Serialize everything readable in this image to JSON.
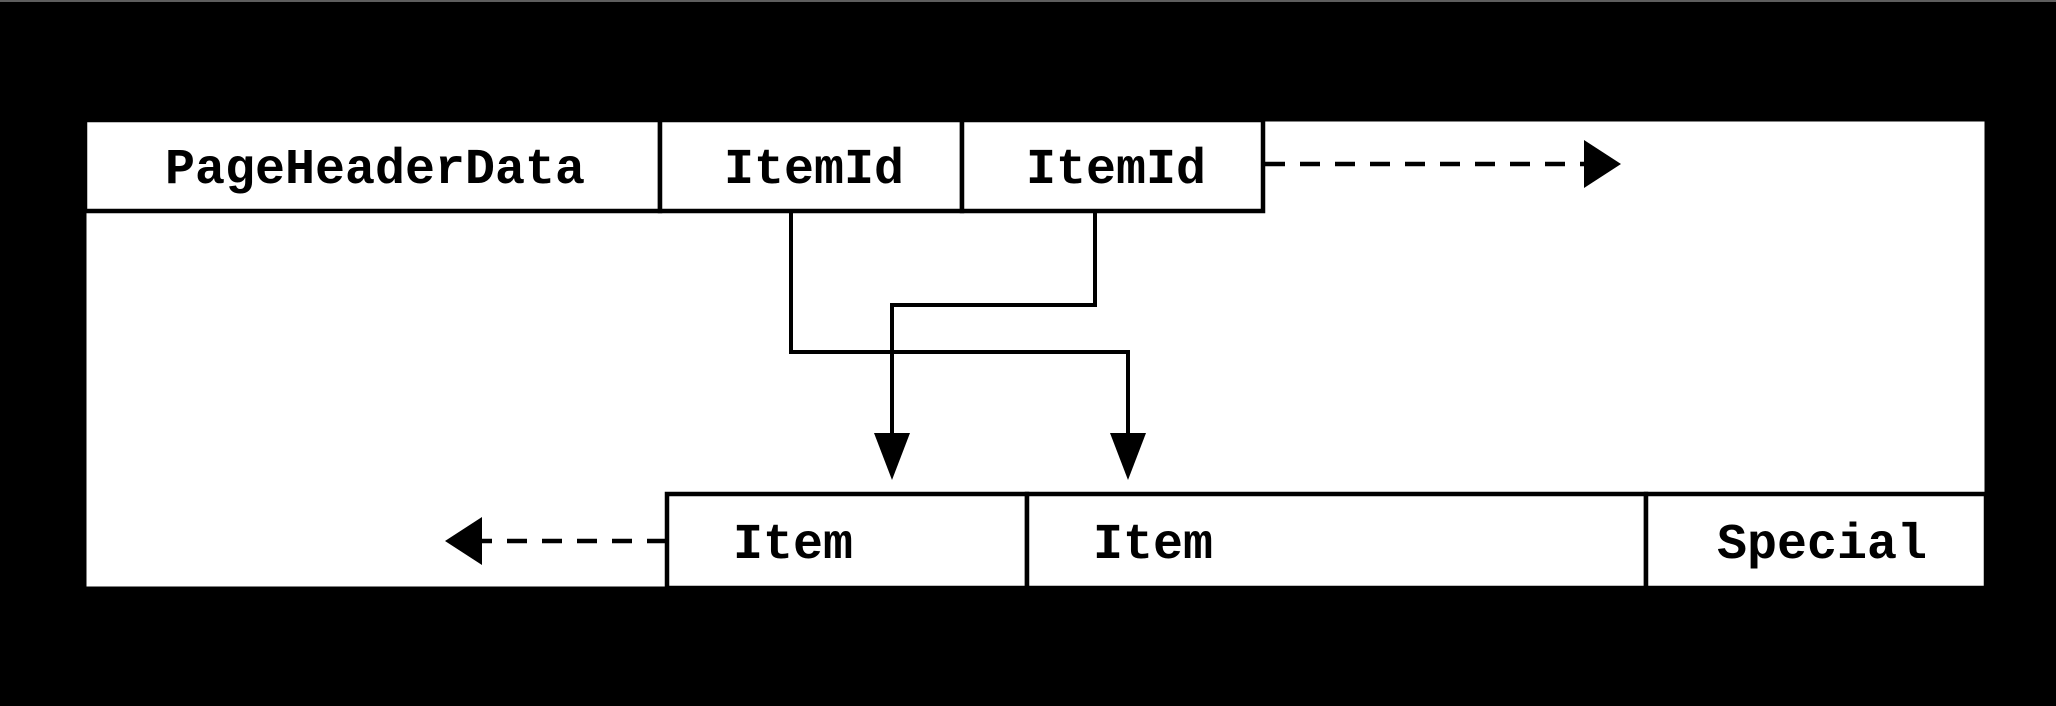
{
  "colors": {
    "background": "#000000",
    "page_fill": "#ffffff",
    "line": "#000000",
    "text": "#000000",
    "top_edge_line": "#5e5e5e"
  },
  "diagram": {
    "top_row_cells": [
      {
        "label": "PageHeaderData"
      },
      {
        "label": "ItemId"
      },
      {
        "label": "ItemId"
      }
    ],
    "bottom_row_cells": [
      {
        "label": "Item"
      },
      {
        "label": "Item"
      },
      {
        "label": "Special"
      }
    ],
    "icons": {
      "top_growth_arrow": "dashed-arrow-right",
      "bottom_growth_arrow": "dashed-arrow-left",
      "itemid_pointer_1": "solid-arrow-down",
      "itemid_pointer_2": "solid-arrow-down"
    }
  }
}
